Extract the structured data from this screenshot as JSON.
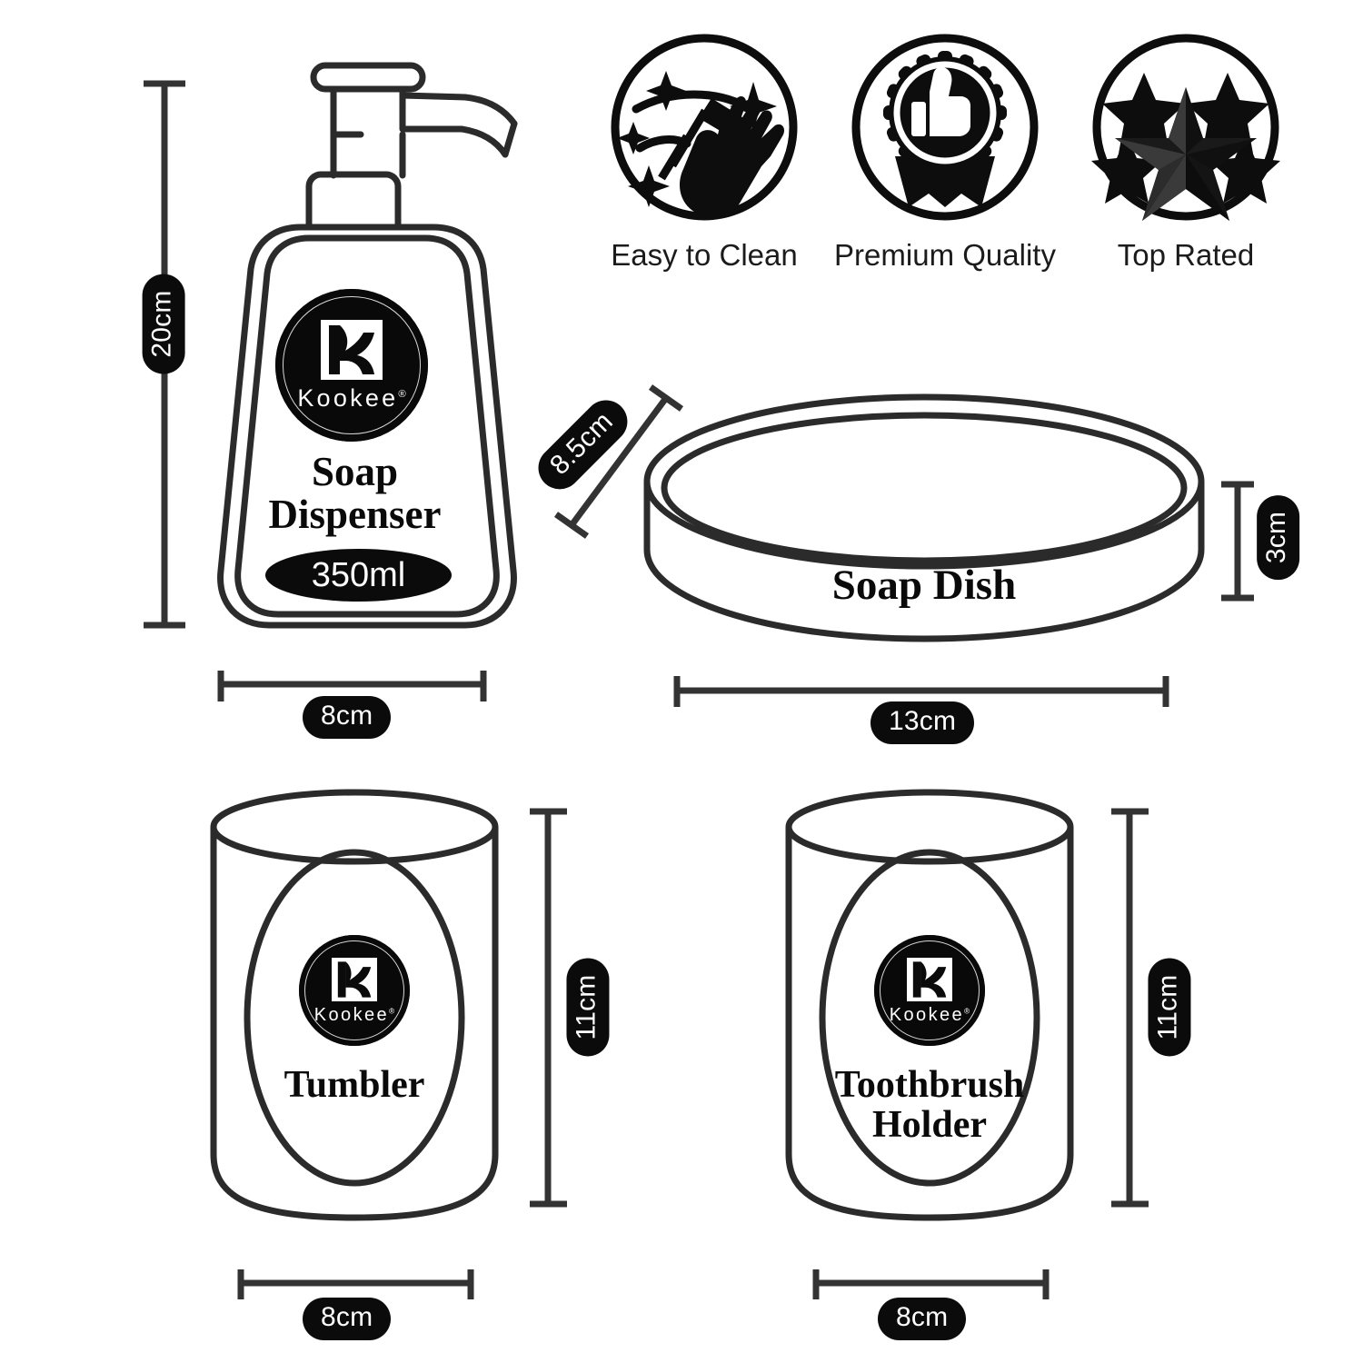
{
  "brand": {
    "wordmark": "Kookee",
    "registered_mark": "®",
    "logo_glyph": "stylized-k-mark"
  },
  "feature_badges": [
    {
      "label": "Easy to Clean",
      "icon": "sparkle-hand-wipe-icon"
    },
    {
      "label": "Premium Quality",
      "icon": "award-ribbon-thumbs-up-icon"
    },
    {
      "label": "Top Rated",
      "icon": "five-stars-icon"
    }
  ],
  "products": [
    {
      "key": "soap_dispenser",
      "name": "Soap\nDispenser",
      "volume": "350ml",
      "height_label": "20cm",
      "width_label": "8cm"
    },
    {
      "key": "soap_dish",
      "name": "Soap Dish",
      "depth_label": "8.5cm",
      "height_label": "3cm",
      "width_label": "13cm"
    },
    {
      "key": "tumbler",
      "name": "Tumbler",
      "height_label": "11cm",
      "width_label": "8cm"
    },
    {
      "key": "toothbrush_holder",
      "name": "Toothbrush\nHolder",
      "height_label": "11cm",
      "width_label": "8cm"
    }
  ],
  "colors": {
    "ink": "#111111",
    "outline": "#2b2b2b",
    "badge_fill": "#0b0b0b",
    "background": "#ffffff"
  }
}
